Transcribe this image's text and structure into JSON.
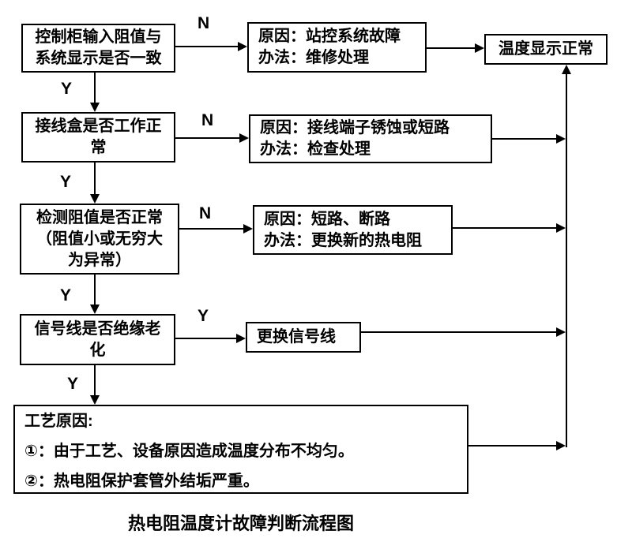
{
  "diagram": {
    "caption": "热电阻温度计故障判断流程图",
    "branch_labels": {
      "yes": "Y",
      "no": "N"
    },
    "colors": {
      "line": "#000000",
      "background": "#ffffff",
      "text": "#000000"
    },
    "nodes": {
      "d1": {
        "lines": [
          "控制柜输入阻值与",
          "系统显示是否一致"
        ]
      },
      "d2": {
        "lines": [
          "接线盒是否工作正",
          "常"
        ]
      },
      "d3": {
        "lines": [
          "检测阻值是否正常",
          "（阻值小或无穷大",
          "为异常）"
        ]
      },
      "d4": {
        "lines": [
          "信号线是否绝缘老",
          "化"
        ]
      },
      "d5": {
        "lines": [
          "工艺原因:",
          "①：由于工艺、设备原因造成温度分布不均匀。",
          "②：热电阻保护套管外结垢严重。"
        ]
      },
      "c1": {
        "lines": [
          "原因：站控系统故障",
          "办法：维修处理"
        ]
      },
      "c2": {
        "lines": [
          "原因：接线端子锈蚀或短路",
          "办法：检查处理"
        ]
      },
      "c3": {
        "lines": [
          "原因：短路、断路",
          "办法：更换新的热电阻"
        ]
      },
      "c4": {
        "text": "更换信号线"
      },
      "result": {
        "text": "温度显示正常"
      }
    }
  }
}
